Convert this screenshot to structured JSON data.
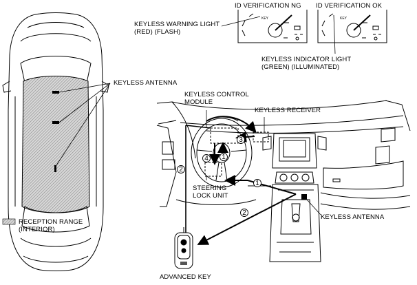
{
  "labels": {
    "id_verification_ng": "ID VERIFICATION NG",
    "id_verification_ok": "ID VERIFICATION OK",
    "keyless_warning_light": [
      "KEYLESS WARNING LIGHT",
      "(RED) (FLASH)"
    ],
    "keyless_indicator_light": [
      "KEYLESS INDICATOR LIGHT",
      "(GREEN) (ILLUMINATED)"
    ],
    "keyless_antenna_car": "KEYLESS ANTENNA",
    "keyless_control_module": [
      "KEYLESS CONTROL",
      "MODULE"
    ],
    "keyless_receiver": "KEYLESS RECEIVER",
    "steering_lock_unit": [
      "STEERING",
      "LOCK UNIT"
    ],
    "keyless_antenna_dash": "KEYLESS ANTENNA",
    "reception_range": [
      "RECEPTION RANGE",
      "(INTERIOR)"
    ],
    "advanced_key": "ADVANCED KEY"
  },
  "callouts": [
    "1",
    "1",
    "2",
    "2",
    "3",
    "4"
  ],
  "colors": {
    "line": "#000000",
    "hatch": "#9a9a9a",
    "background": "#ffffff"
  },
  "icons": [
    "car-top-view-icon",
    "instrument-gauge-icon",
    "dashboard-icon",
    "advanced-key-icon",
    "hatch-swatch-icon"
  ]
}
